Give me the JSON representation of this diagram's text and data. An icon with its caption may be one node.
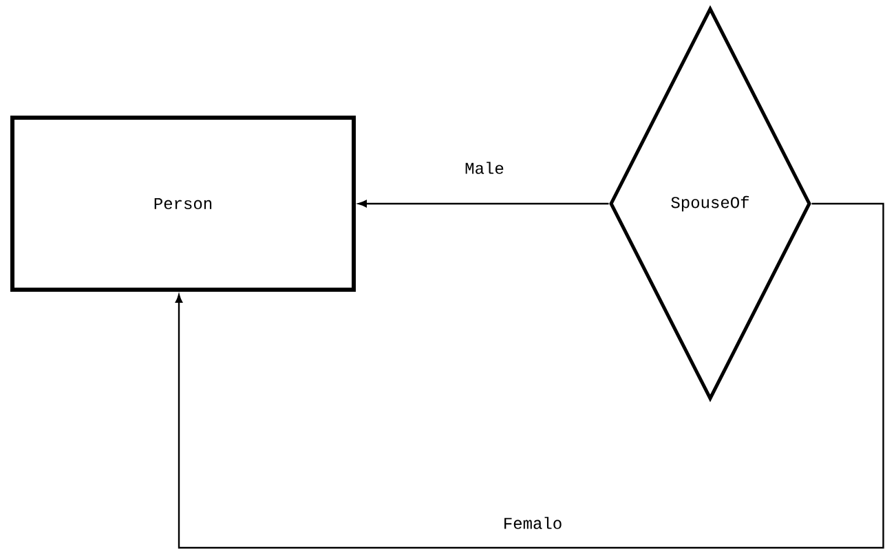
{
  "diagram": {
    "nodes": [
      {
        "text": [
          "Person"
        ]
      },
      {
        "text": [
          "SpouseOf"
        ]
      }
    ],
    "edges": [
      {
        "from": 1,
        "to": 0,
        "arrow": "to",
        "label": "Male"
      },
      {
        "from": 1,
        "to": 0,
        "arrow": "to",
        "label": "Femalo"
      }
    ]
  }
}
